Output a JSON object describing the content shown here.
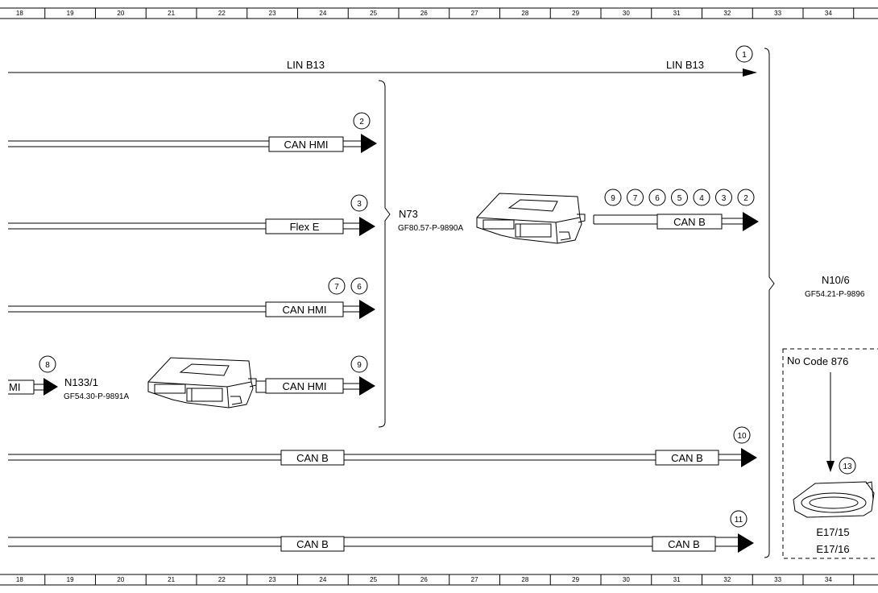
{
  "ruler": {
    "numbers": [
      "18",
      "19",
      "20",
      "21",
      "22",
      "23",
      "24",
      "25",
      "26",
      "27",
      "28",
      "29",
      "30",
      "31",
      "32",
      "33",
      "34"
    ]
  },
  "lin": {
    "left_label": "LIN B13",
    "right_label": "LIN B13",
    "connector": "1"
  },
  "connections": [
    {
      "connector": "2",
      "label": "CAN HMI"
    },
    {
      "connector": "3",
      "label": "Flex E"
    },
    {
      "connectors": [
        "7",
        "6"
      ],
      "label": "CAN HMI"
    },
    {
      "connector": "9",
      "label": "CAN HMI"
    },
    {
      "connector": "10",
      "left_label": "CAN B",
      "right_label": "CAN B"
    },
    {
      "connector": "11",
      "left_label": "CAN B",
      "right_label": "CAN B"
    }
  ],
  "n133": {
    "connector": "8",
    "cut_label": "MI",
    "name": "N133/1",
    "code": "GF54.30-P-9891A"
  },
  "n73": {
    "name": "N73",
    "code": "GF80.57-P-9890A",
    "connectors": [
      "9",
      "7",
      "6",
      "5",
      "4",
      "3",
      "2"
    ],
    "label": "CAN B"
  },
  "n10": {
    "name": "N10/6",
    "code": "GF54.21-P-9896"
  },
  "option": {
    "no_label": "No",
    "code_label": "Code 876",
    "connector": "13",
    "part_a": "E17/15",
    "part_b": "E17/16"
  },
  "colors": {
    "line": "#000000",
    "background": "#ffffff"
  }
}
